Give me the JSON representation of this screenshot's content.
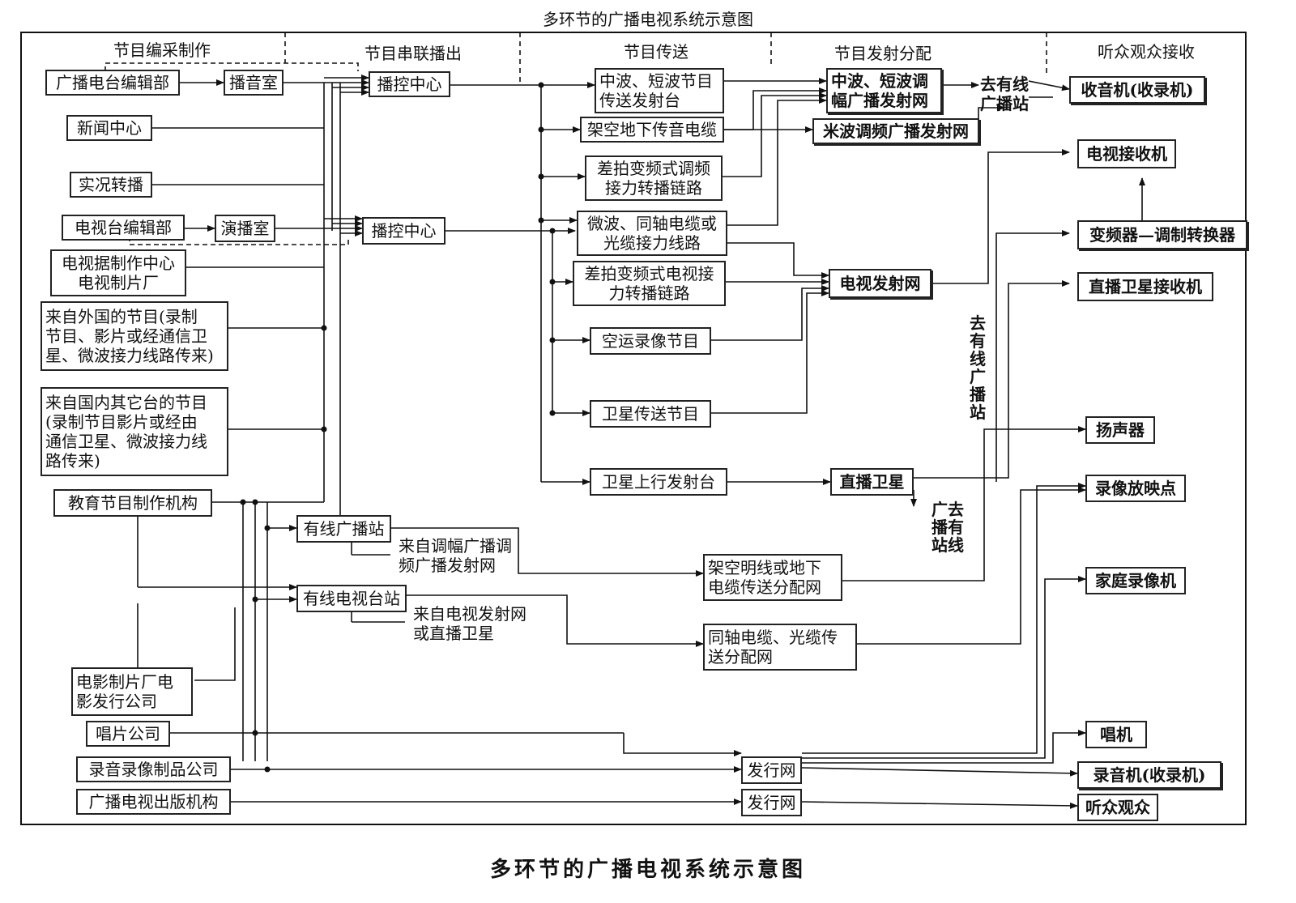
{
  "top_title": "多环节的广播电视系统示意图",
  "bottom_title": "多环节的广播电视系统示意图",
  "columns": {
    "c1": "节目编采制作",
    "c2": "节目串联播出",
    "c3": "节目传送",
    "c4": "节目发射分配",
    "c5": "听众观众接收"
  },
  "sources": {
    "radio_edit": "广播电台编辑部",
    "broadcast_room": "播音室",
    "control_center_1": "播控中心",
    "news_center": "新闻中心",
    "live_relay": "实况转播",
    "tv_edit": "电视台编辑部",
    "studio": "演播室",
    "control_center_2": "播控中心",
    "tv_production": "电视据制作中心\n电视制片厂",
    "foreign": "来自外国的节目(录制\n节目、影片或经通信卫\n星、微波接力线路传来)",
    "domestic": "来自国内其它台的节目\n(录制节目影片或经由\n通信卫星、微波接力线\n路传来)",
    "education": "教育节目制作机构",
    "film_studio": "电影制片厂电\n影发行公司",
    "records": "唱片公司",
    "av_products": "录音录像制品公司",
    "publishing": "广播电视出版机构"
  },
  "transmission": {
    "mw_sw": "中波、短波节目\n传送发射台",
    "overhead_cable": "架空地下传音电缆",
    "beat_fm": "差拍变频式调频\n接力转播链路",
    "microwave": "微波、同轴电缆或\n光缆接力线路",
    "beat_tv": "差拍变频式电视接\n力转播链路",
    "air_video": "空运录像节目",
    "sat_program": "卫星传送节目",
    "sat_uplink": "卫星上行发射台"
  },
  "distribution": {
    "am_net": "中波、短波调\n幅广播发射网",
    "fm_net": "米波调频广播发射网",
    "to_cable_1": "去有线\n广播站",
    "tv_net": "电视发射网",
    "to_cable_vertical": "去有线广播站",
    "direct_sat": "直播卫星",
    "to_cable_2": "广去\n播有\n站线",
    "cable_radio": "有线广播站",
    "from_am": "来自调幅广播调\n频广播发射网",
    "cable_tv": "有线电视台站",
    "from_tv": "来自电视发射网\n或直播卫星",
    "overhead_dist": "架空明线或地下\n电缆传送分配网",
    "coax_dist": "同轴电缆、光缆传\n送分配网",
    "dist_net_1": "发行网",
    "dist_net_2": "发行网"
  },
  "receivers": {
    "radio": "收音机(收录机)",
    "tv_receiver": "电视接收机",
    "converter": "变频器—调制转换器",
    "sat_receiver": "直播卫星接收机",
    "speaker": "扬声器",
    "video_point": "录像放映点",
    "home_vcr": "家庭录像机",
    "phonograph": "唱机",
    "recorder": "录音机(收录机)",
    "audience": "听众观众"
  }
}
